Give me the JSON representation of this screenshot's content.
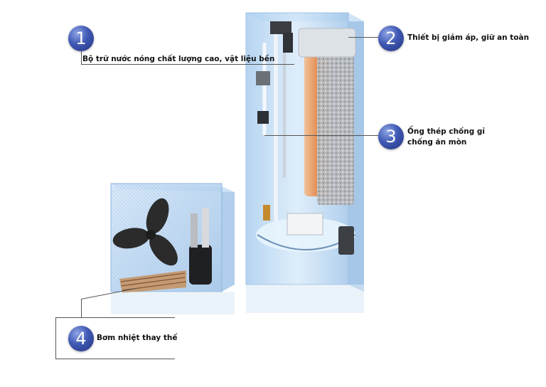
{
  "callouts": [
    {
      "number": "1",
      "text": "Bộ trữ nước nóng chất lượng cao, vật liệu bền"
    },
    {
      "number": "2",
      "text": "Thiết bị giảm áp, giữ an toàn"
    },
    {
      "number": "3",
      "line1": "Ống thép chống gỉ",
      "line2": "chống ăn mòn"
    },
    {
      "number": "4",
      "text": "Bơm nhiệt thay thế"
    }
  ],
  "colors": {
    "badge": "#3f58b4",
    "glass": "#bcd9f5",
    "tank_core": "#e9a46c",
    "insulation": "#b8b8b8",
    "fan": "#2b2b2b"
  }
}
